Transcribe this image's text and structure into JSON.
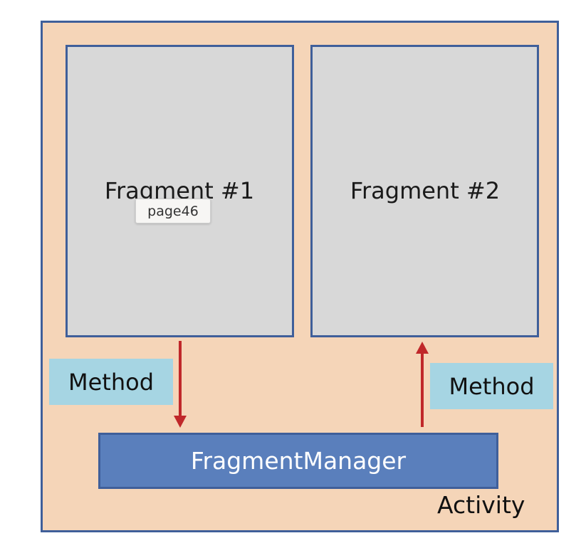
{
  "diagram": {
    "fragment_1_label": "Fragment #1",
    "fragment_2_label": "Fragment #2",
    "method_left_label": "Method",
    "method_right_label": "Method",
    "fragment_manager_label": "FragmentManager",
    "activity_label": "Activity"
  },
  "tooltip": {
    "text": "page46"
  },
  "colors": {
    "activity_background": "#f5d5b8",
    "fragment_background": "#d8d8d8",
    "border": "#3f5f9a",
    "method_background": "#a6d5e3",
    "fragment_manager_background": "#5a7fbc",
    "arrow": "#c0282a"
  }
}
